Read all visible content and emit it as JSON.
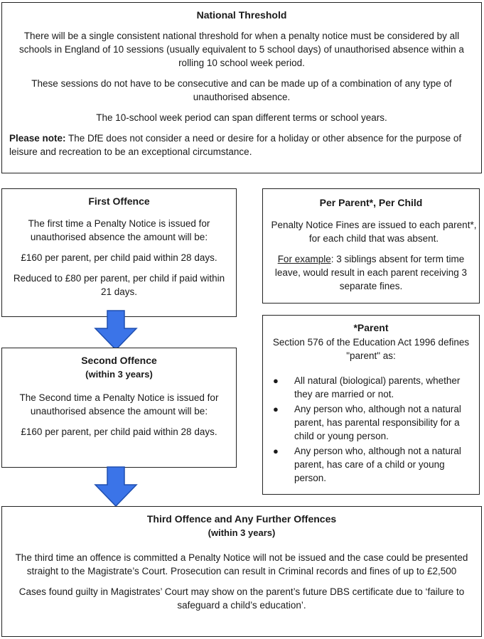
{
  "national": {
    "title": "National Threshold",
    "p1": "There will be a single consistent national threshold for when a penalty notice must be considered by all schools in England of 10 sessions (usually equivalent to 5 school days) of unauthorised absence within a rolling 10 school week period.",
    "p2": "These sessions do not have to be consecutive and can be made up of a combination of any type of unauthorised absence.",
    "p3": "The 10-school week period can span different terms or school years.",
    "note_label": "Please note:",
    "note_text": " The DfE does not consider a need or desire for a holiday or other absence for the purpose of leisure and recreation to be an exceptional circumstance."
  },
  "first": {
    "title": "First Offence",
    "p1": "The first time a Penalty Notice is issued for unauthorised absence the amount will be:",
    "p2": "£160 per parent, per child paid within 28 days.",
    "p3": "Reduced to £80 per parent, per child if paid within 21 days."
  },
  "second": {
    "title": "Second Offence",
    "subtitle": "(within 3 years)",
    "p1": "The Second time a Penalty Notice is issued for unauthorised absence the amount will be:",
    "p2": "£160 per parent, per child paid within 28 days."
  },
  "perparent": {
    "title": "Per Parent*, Per Child",
    "p1": "Penalty Notice Fines are issued to each parent*, for each child that was absent.",
    "example_label": "For example",
    "example_text": ": 3 siblings absent for term time leave, would result in each parent receiving 3 separate fines."
  },
  "parent": {
    "title": "*Parent",
    "intro": "Section 576 of the Education Act 1996 defines \"parent\" as:",
    "items": [
      "All natural (biological) parents, whether they are married or not.",
      "Any person who, although not a natural parent, has parental responsibility for a child or young person.",
      "Any person who, although not a natural parent, has care of a child or young person."
    ]
  },
  "third": {
    "title": "Third Offence and Any Further Offences",
    "subtitle": "(within 3 years)",
    "p1": "The third time an offence is committed a Penalty Notice will not be issued and the case could be presented straight to the Magistrate’s Court. Prosecution can result in Criminal records and fines of up to £2,500",
    "p2": "Cases found guilty in Magistrates’ Court may show on the parent’s future DBS certificate due to ‘failure to safeguard a child’s education’."
  },
  "colors": {
    "arrow": "#3b74e8",
    "border": "#222222"
  }
}
